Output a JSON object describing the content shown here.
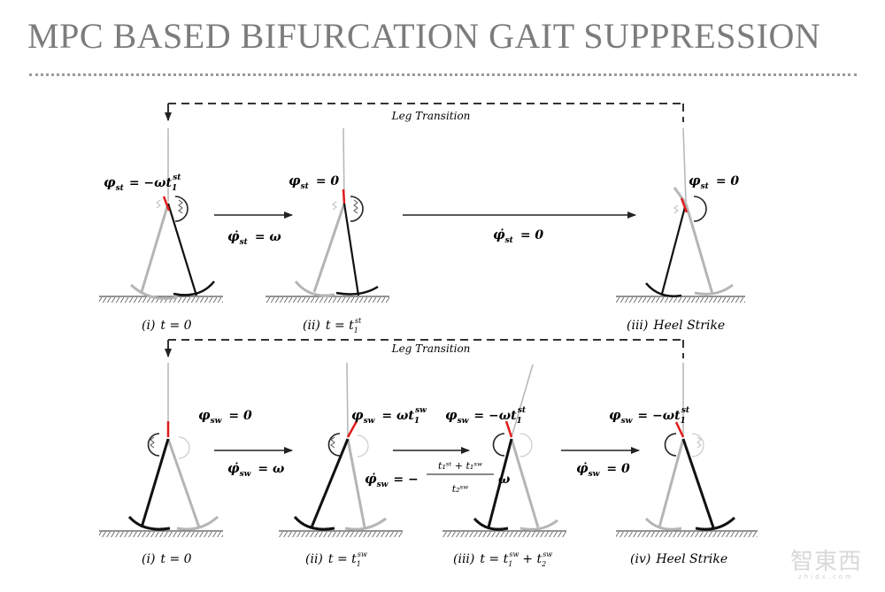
{
  "title": "MPC BASED BIFURCATION GAIT SUPPRESSION",
  "top_row": {
    "transition_label": "Leg Transition",
    "states": [
      {
        "eq_lhs": "φ",
        "eq_sub": "st",
        "eq_rhs": "= −ωt",
        "eq_rhs_sub": "1",
        "eq_rhs_sup": "st",
        "caption_roman": "(i)",
        "caption_text": "t = 0",
        "caption_sub": "",
        "caption_sup": ""
      },
      {
        "eq_lhs": "φ",
        "eq_sub": "st",
        "eq_rhs": "= 0",
        "eq_rhs_sub": "",
        "eq_rhs_sup": "",
        "caption_roman": "(ii)",
        "caption_text": "t = t",
        "caption_sub": "1",
        "caption_sup": "st"
      },
      {
        "eq_lhs": "φ",
        "eq_sub": "st",
        "eq_rhs": "= 0",
        "eq_rhs_sub": "",
        "eq_rhs_sup": "",
        "caption_roman": "(iii)",
        "caption_text": "Heel Strike",
        "caption_sub": "",
        "caption_sup": ""
      }
    ],
    "arrows": [
      {
        "lhs": "φ̇",
        "sub": "st",
        "rhs": "= ω"
      },
      {
        "lhs": "φ̇",
        "sub": "st",
        "rhs": "= 0"
      }
    ]
  },
  "bottom_row": {
    "transition_label": "Leg Transition",
    "states": [
      {
        "eq_lhs": "φ",
        "eq_sub": "sw",
        "eq_rhs": "= 0",
        "eq_rhs_sub": "",
        "eq_rhs_sup": "",
        "caption_roman": "(i)",
        "caption_text": "t = 0"
      },
      {
        "eq_lhs": "φ",
        "eq_sub": "sw",
        "eq_rhs": "= ωt",
        "eq_rhs_sub": "1",
        "eq_rhs_sup": "sw",
        "caption_roman": "(ii)",
        "caption_text": "t = t",
        "caption_sub": "1",
        "caption_sup": "sw"
      },
      {
        "eq_lhs": "φ",
        "eq_sub": "sw",
        "eq_rhs": "= −ωt",
        "eq_rhs_sub": "1",
        "eq_rhs_sup": "st",
        "caption_roman": "(iii)",
        "caption_text": "t = t",
        "caption_sub": "1",
        "caption_sup": "sw",
        "caption_tail": "+ t",
        "caption_tail_sub": "2",
        "caption_tail_sup": "sw"
      },
      {
        "eq_lhs": "φ",
        "eq_sub": "sw",
        "eq_rhs": "= −ωt",
        "eq_rhs_sub": "1",
        "eq_rhs_sup": "st",
        "caption_roman": "(iv)",
        "caption_text": "Heel Strike"
      }
    ],
    "arrows": [
      {
        "lhs": "φ̇",
        "sub": "sw",
        "rhs": "= ω"
      },
      {
        "lhs": "φ̇",
        "sub": "sw",
        "rhs": "= −",
        "frac_num": "t₁ˢᵗ + t₁ˢʷ",
        "frac_den": "t₂ˢʷ",
        "tail": "ω"
      },
      {
        "lhs": "φ̇",
        "sub": "sw",
        "rhs": "= 0"
      }
    ]
  },
  "watermark": {
    "main": "智東西",
    "sub": "zhidx.com"
  },
  "colors": {
    "dark_leg": "#111111",
    "light_leg": "#b5b5b5",
    "red_marker": "#e01b1b",
    "title_gray": "#7c7c7c"
  }
}
